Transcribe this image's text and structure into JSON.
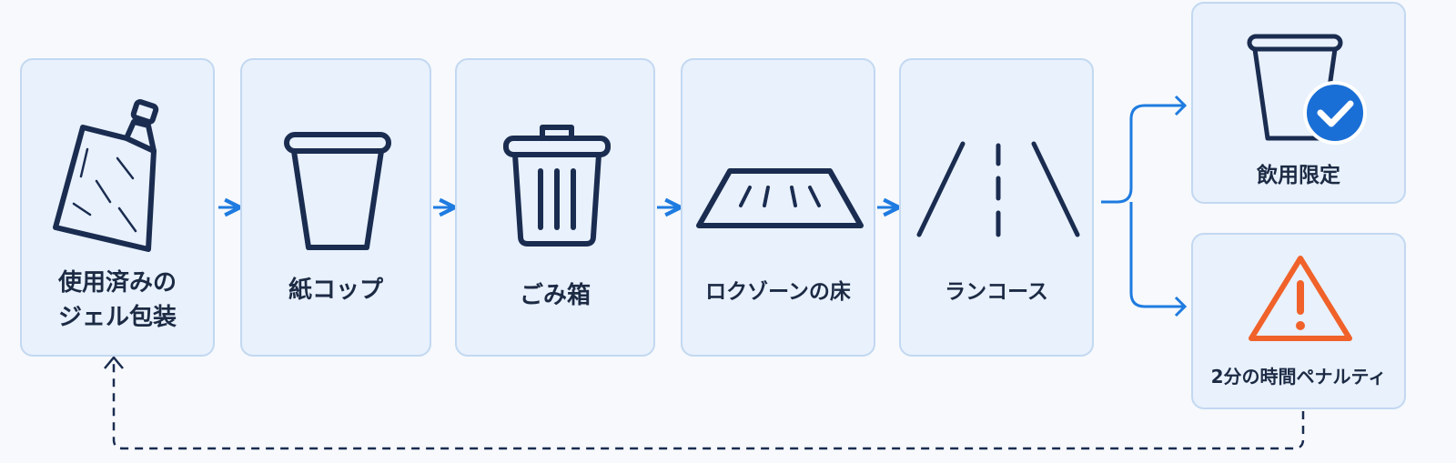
{
  "steps": [
    {
      "icon": "gel-pouch-icon",
      "label": [
        "使用済みの",
        "ジェル包装"
      ]
    },
    {
      "icon": "paper-cup-icon",
      "label": [
        "紙コップ"
      ]
    },
    {
      "icon": "trash-can-icon",
      "label": [
        "ごみ箱"
      ]
    },
    {
      "icon": "loc-zone-floor-icon",
      "label": [
        "ロクゾーンの床"
      ]
    },
    {
      "icon": "run-course-icon",
      "label": [
        "ランコース"
      ]
    }
  ],
  "outcomes": [
    {
      "icon": "cup-check-icon",
      "label": "飲用限定"
    },
    {
      "icon": "warning-icon",
      "label": "2分の時間ペナルティ"
    }
  ],
  "colors": {
    "card_fill": "#e8f1fc",
    "card_border": "#c3d8f1",
    "arrow": "#1e7be0",
    "icon_stroke": "#1a2c50",
    "check_badge": "#1a6fd6",
    "warning": "#f0622a"
  }
}
